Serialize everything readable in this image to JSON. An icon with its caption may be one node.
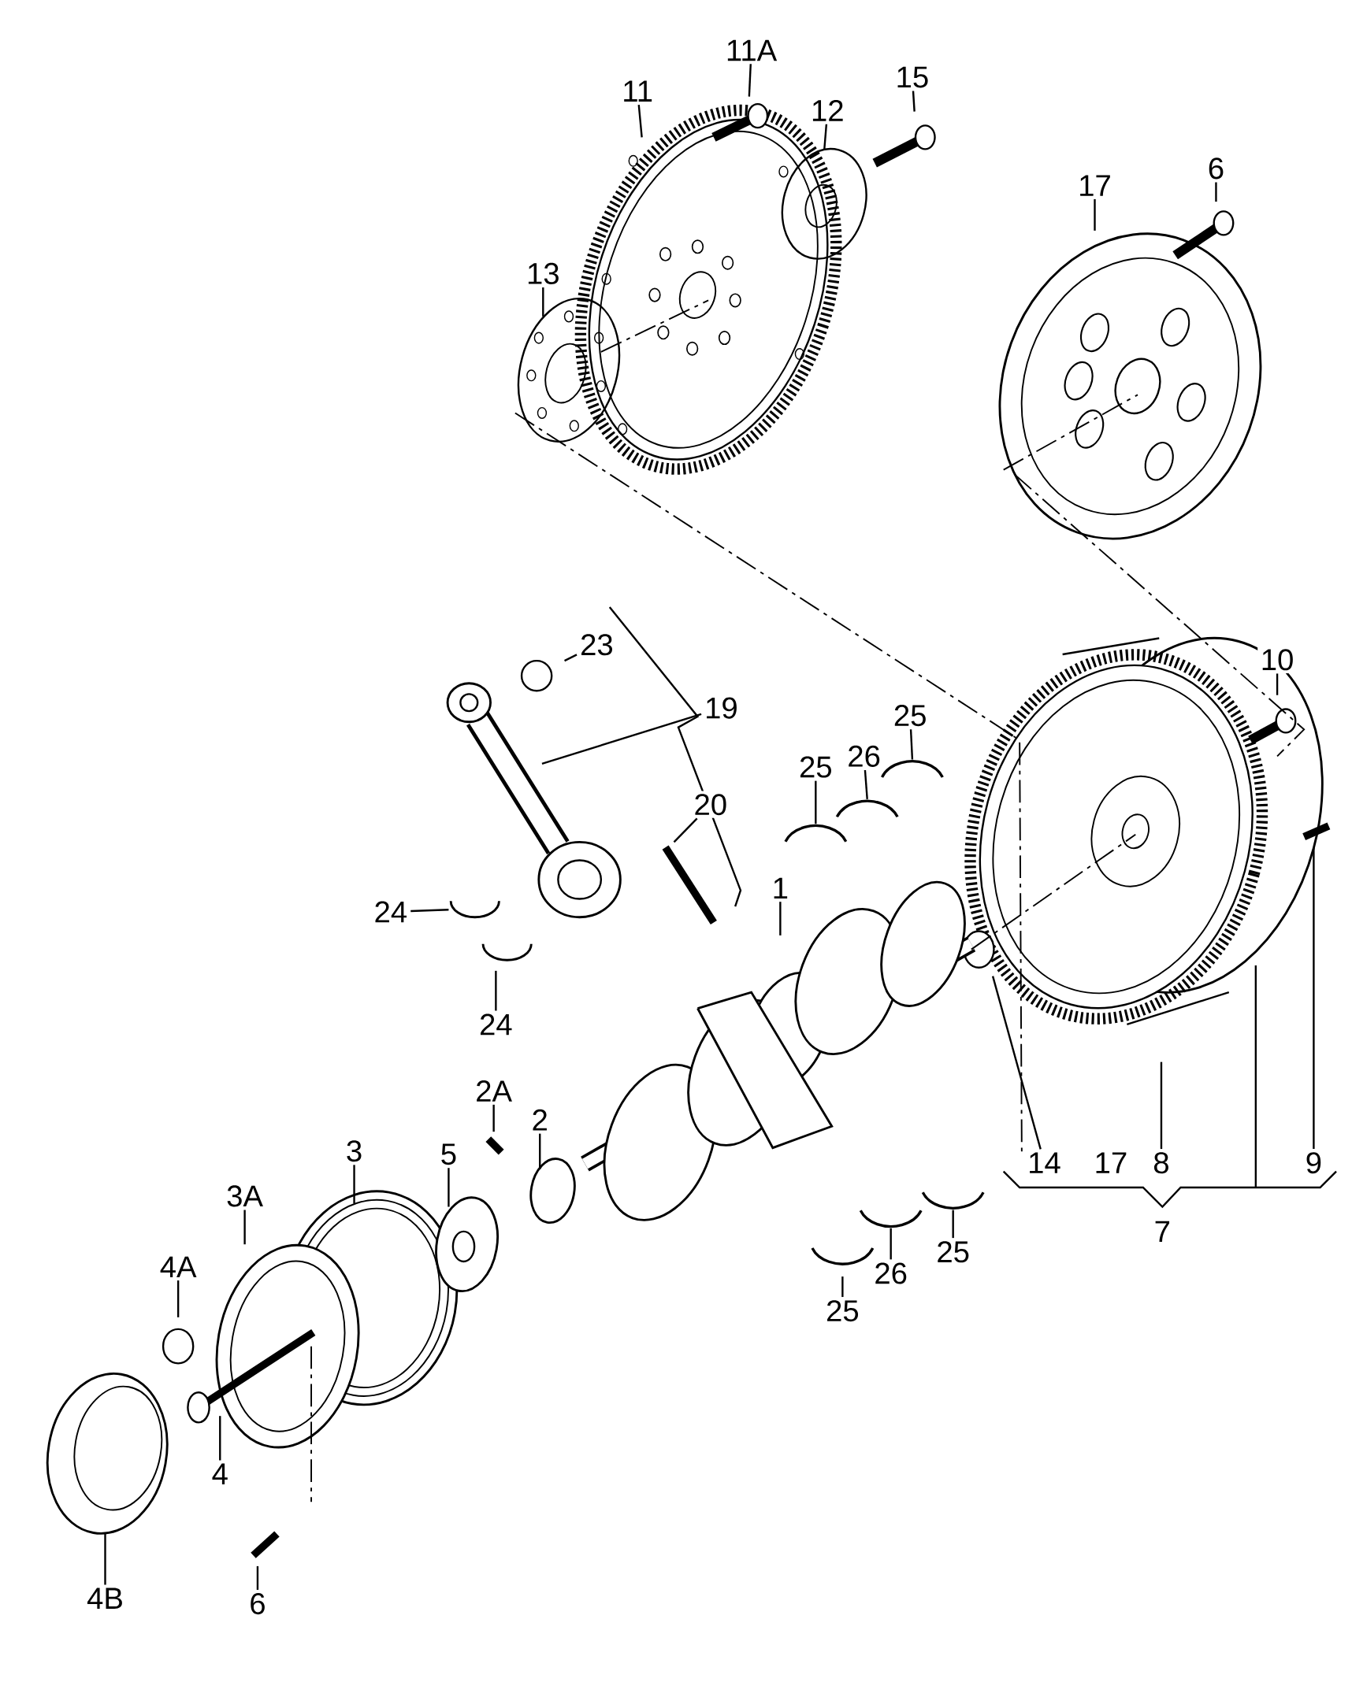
{
  "diagram": {
    "nodes": [
      {
        "text": [
          "11A"
        ]
      },
      {
        "text": [
          "11"
        ]
      },
      {
        "text": [
          "15"
        ]
      },
      {
        "text": [
          "12"
        ]
      },
      {
        "text": [
          "6"
        ]
      },
      {
        "text": [
          "17"
        ]
      },
      {
        "text": [
          "13"
        ]
      },
      {
        "text": [
          "23"
        ]
      },
      {
        "text": [
          "10"
        ]
      },
      {
        "text": [
          "19"
        ]
      },
      {
        "text": [
          "25"
        ]
      },
      {
        "text": [
          "26"
        ]
      },
      {
        "text": [
          "25"
        ]
      },
      {
        "text": [
          "20"
        ]
      },
      {
        "text": [
          "1"
        ]
      },
      {
        "text": [
          "24"
        ]
      },
      {
        "text": [
          "24"
        ]
      },
      {
        "text": [
          "2A"
        ]
      },
      {
        "text": [
          "2"
        ]
      },
      {
        "text": [
          "3"
        ]
      },
      {
        "text": [
          "5"
        ]
      },
      {
        "text": [
          "14"
        ]
      },
      {
        "text": [
          "8"
        ]
      },
      {
        "text": [
          "9"
        ]
      },
      {
        "text": [
          "3A"
        ]
      },
      {
        "text": [
          "26"
        ]
      },
      {
        "text": [
          "25"
        ]
      },
      {
        "text": [
          "4A"
        ]
      },
      {
        "text": [
          "25"
        ]
      },
      {
        "text": [
          "4"
        ]
      },
      {
        "text": [
          "4B"
        ]
      },
      {
        "text": [
          "6"
        ]
      }
    ],
    "edges": [
      {
        "from": 0,
        "to": null,
        "arrow": "none"
      },
      {
        "from": 1,
        "to": null,
        "arrow": "none"
      },
      {
        "from": 2,
        "to": null,
        "arrow": "none"
      },
      {
        "from": 3,
        "to": null,
        "arrow": "none"
      },
      {
        "from": 4,
        "to": null,
        "arrow": "none"
      },
      {
        "from": 5,
        "to": null,
        "arrow": "none"
      },
      {
        "from": 6,
        "to": null,
        "arrow": "none"
      },
      {
        "from": 7,
        "to": null,
        "arrow": "none"
      },
      {
        "from": 8,
        "to": null,
        "arrow": "none"
      },
      {
        "from": 9,
        "to": null,
        "arrow": "none"
      },
      {
        "from": 10,
        "to": null,
        "arrow": "none"
      },
      {
        "from": 11,
        "to": null,
        "arrow": "none"
      },
      {
        "from": 12,
        "to": null,
        "arrow": "none"
      },
      {
        "from": 13,
        "to": null,
        "arrow": "none"
      },
      {
        "from": 14,
        "to": null,
        "arrow": "none"
      },
      {
        "from": 15,
        "to": null,
        "arrow": "none"
      },
      {
        "from": 16,
        "to": null,
        "arrow": "none"
      },
      {
        "from": 17,
        "to": null,
        "arrow": "none"
      },
      {
        "from": 18,
        "to": null,
        "arrow": "none"
      },
      {
        "from": 19,
        "to": null,
        "arrow": "none"
      },
      {
        "from": 20,
        "to": null,
        "arrow": "none"
      },
      {
        "from": 21,
        "to": null,
        "arrow": "none"
      },
      {
        "from": 22,
        "to": null,
        "arrow": "none"
      },
      {
        "from": 23,
        "to": null,
        "arrow": "none"
      },
      {
        "from": 24,
        "to": null,
        "arrow": "none"
      },
      {
        "from": 25,
        "to": null,
        "arrow": "none"
      },
      {
        "from": 26,
        "to": null,
        "arrow": "none"
      },
      {
        "from": 27,
        "to": null,
        "arrow": "none"
      },
      {
        "from": 28,
        "to": null,
        "arrow": "none"
      },
      {
        "from": 29,
        "to": null,
        "arrow": "none"
      },
      {
        "from": 30,
        "to": null,
        "arrow": "none"
      },
      {
        "from": 31,
        "to": null,
        "arrow": "none"
      }
    ],
    "labels": [
      "17",
      "7"
    ]
  }
}
